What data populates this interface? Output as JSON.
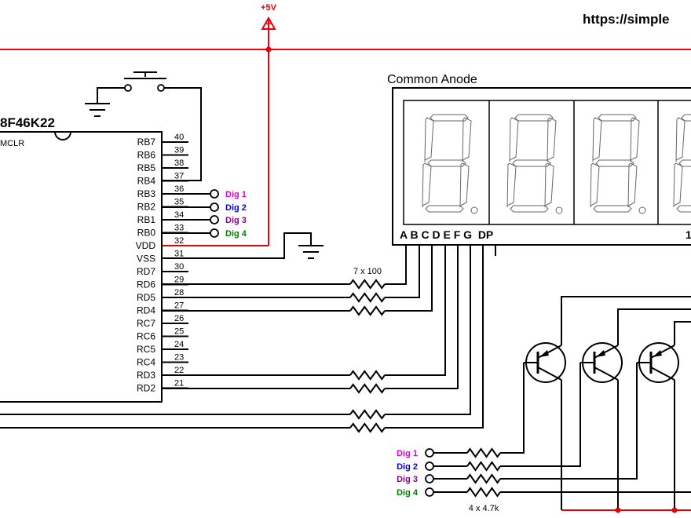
{
  "header": {
    "url_text": "https://simple",
    "supply_label": "+5V"
  },
  "mcu": {
    "title": "8F46K22",
    "mclr_label": "MCLR",
    "pins": [
      {
        "name": "RB7",
        "num": "40"
      },
      {
        "name": "RB6",
        "num": "39"
      },
      {
        "name": "RB5",
        "num": "38"
      },
      {
        "name": "RB4",
        "num": "37"
      },
      {
        "name": "RB3",
        "num": "36"
      },
      {
        "name": "RB2",
        "num": "35"
      },
      {
        "name": "RB1",
        "num": "34"
      },
      {
        "name": "RB0",
        "num": "33"
      },
      {
        "name": "VDD",
        "num": "32"
      },
      {
        "name": "VSS",
        "num": "31"
      },
      {
        "name": "RD7",
        "num": "30"
      },
      {
        "name": "RD6",
        "num": "29"
      },
      {
        "name": "RD5",
        "num": "28"
      },
      {
        "name": "RD4",
        "num": "27"
      },
      {
        "name": "RC7",
        "num": "26"
      },
      {
        "name": "RC6",
        "num": "25"
      },
      {
        "name": "RC5",
        "num": "24"
      },
      {
        "name": "RC4",
        "num": "23"
      },
      {
        "name": "RD3",
        "num": "22"
      },
      {
        "name": "RD2",
        "num": "21"
      }
    ],
    "digit_labels": [
      {
        "text": "Dig 1",
        "color": "#e000d0"
      },
      {
        "text": "Dig 2",
        "color": "#0000e0"
      },
      {
        "text": "Dig 3",
        "color": "#8a008a"
      },
      {
        "text": "Dig 4",
        "color": "#007a00"
      }
    ]
  },
  "display": {
    "title": "Common Anode",
    "segment_pins": "A B C D E F G  DP",
    "right_pin_label": "1"
  },
  "resistors": {
    "segment_label": "7 x 100",
    "base_label": "4 x 4.7k"
  },
  "colors": {
    "power_wire": "#e8000b",
    "vdd_label": "#e8000b",
    "wire": "#000000"
  }
}
